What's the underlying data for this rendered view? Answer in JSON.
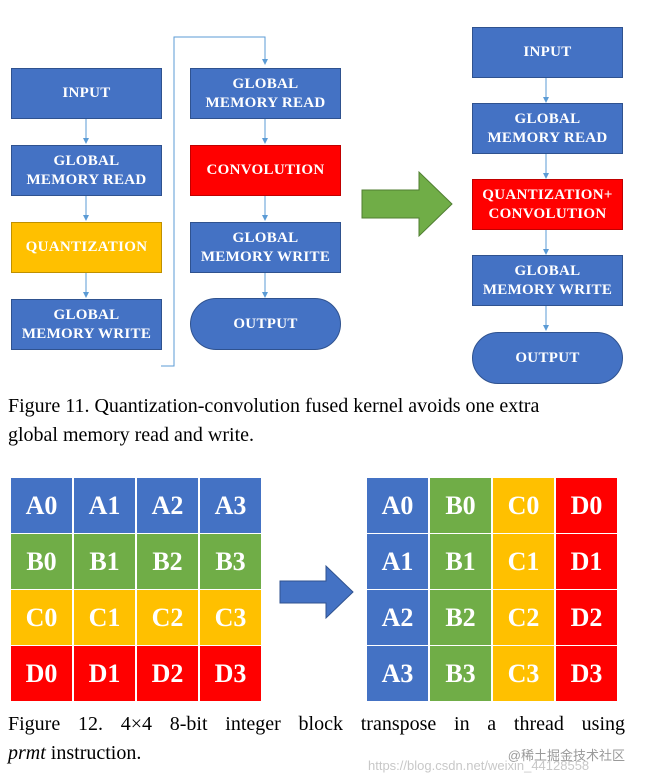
{
  "figure11": {
    "column1": [
      "INPUT",
      "GLOBAL\nMEMORY READ",
      "QUANTIZATION",
      "GLOBAL\nMEMORY WRITE"
    ],
    "column2": [
      "GLOBAL\nMEMORY READ",
      "CONVOLUTION",
      "GLOBAL\nMEMORY WRITE",
      "OUTPUT"
    ],
    "fused": [
      "INPUT",
      "GLOBAL\nMEMORY READ",
      "QUANTIZATION+\nCONVOLUTION",
      "GLOBAL\nMEMORY WRITE",
      "OUTPUT"
    ],
    "caption_line1": "Figure 11. Quantization-convolution fused kernel avoids one extra",
    "caption_line2": "global memory read and write."
  },
  "figure12": {
    "left_grid": [
      [
        "A0",
        "A1",
        "A2",
        "A3"
      ],
      [
        "B0",
        "B1",
        "B2",
        "B3"
      ],
      [
        "C0",
        "C1",
        "C2",
        "C3"
      ],
      [
        "D0",
        "D1",
        "D2",
        "D3"
      ]
    ],
    "right_grid": [
      [
        "A0",
        "B0",
        "C0",
        "D0"
      ],
      [
        "A1",
        "B1",
        "C1",
        "D1"
      ],
      [
        "A2",
        "B2",
        "C2",
        "D2"
      ],
      [
        "A3",
        "B3",
        "C3",
        "D3"
      ]
    ],
    "caption_line1": "Figure 12. 4×4 8-bit integer block transpose in a thread using",
    "caption_code": "prmt",
    "caption_line2_rest": " instruction."
  },
  "colors": {
    "blue": "#4472c4",
    "green": "#70ad47",
    "yellow": "#ffc000",
    "red": "#ff0000",
    "connector": "#5b9bd5"
  },
  "watermark": {
    "site": "@稀土掘金技术社区",
    "url": "https://blog.csdn.net/weixin_44128558"
  }
}
